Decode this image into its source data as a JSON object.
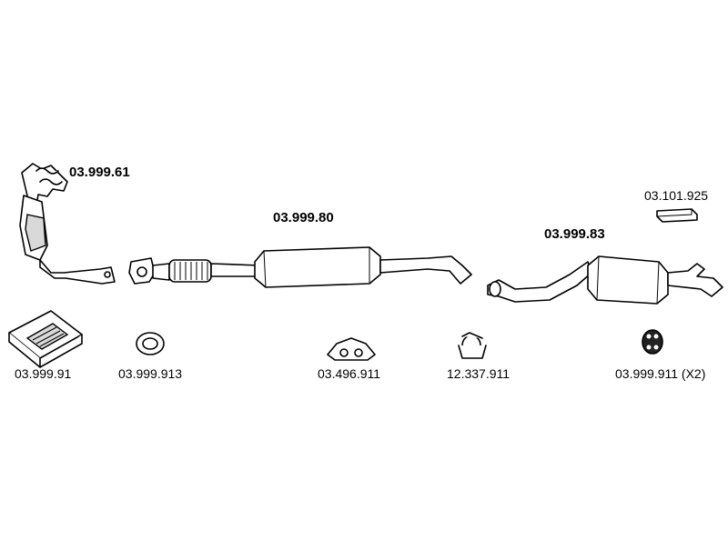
{
  "parts": {
    "manifold_catalyst": "03.999.61",
    "middle_silencer": "03.999.80",
    "rear_silencer": "03.999.83",
    "mounting_bracket": "03.101.925",
    "fitting_kit": "03.999.91",
    "gasket_ring": "03.999.913",
    "flange_gasket": "03.496.911",
    "pipe_clamp": "12.337.911",
    "rubber_hanger": "03.999.911 (X2)"
  }
}
